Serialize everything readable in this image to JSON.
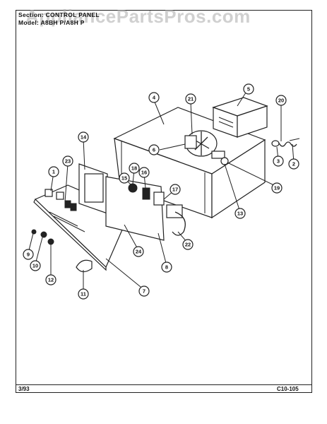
{
  "header": {
    "section_line": "Section:  CONTROL PANEL",
    "model_line": "Model:  A8BH P/A8H P"
  },
  "watermark": "AppliancePartsPros.com",
  "footer": {
    "date": "3/93",
    "code": "C10-105"
  },
  "callouts": [
    "1",
    "2",
    "3",
    "4",
    "5",
    "6",
    "7",
    "8",
    "9",
    "10",
    "11",
    "12",
    "13",
    "14",
    "15",
    "16",
    "17",
    "18",
    "19",
    "20",
    "21",
    "22",
    "23",
    "24"
  ]
}
